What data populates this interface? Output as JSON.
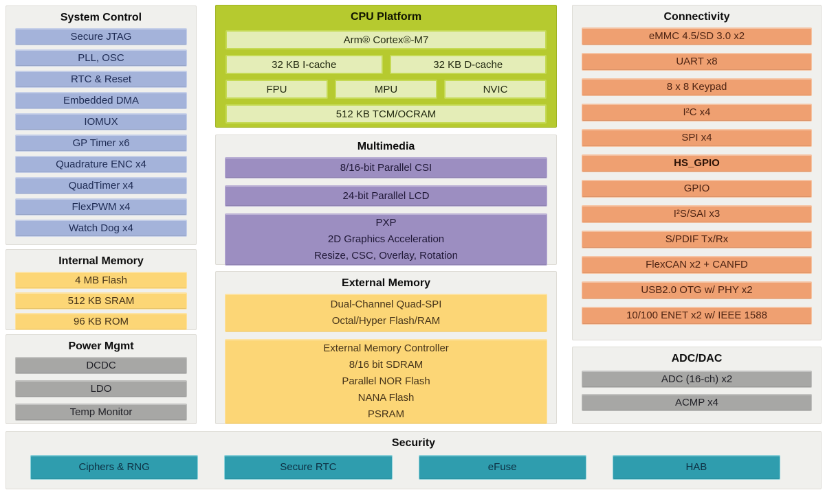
{
  "system_control": {
    "title": "System Control",
    "items": [
      "Secure JTAG",
      "PLL, OSC",
      "RTC & Reset",
      "Embedded DMA",
      "IOMUX",
      "GP Timer x6",
      "Quadrature ENC x4",
      "QuadTimer x4",
      "FlexPWM x4",
      "Watch Dog x4"
    ]
  },
  "internal_memory": {
    "title": "Internal Memory",
    "items": [
      "4 MB Flash",
      "512 KB SRAM",
      "96 KB ROM"
    ]
  },
  "power_mgmt": {
    "title": "Power Mgmt",
    "items": [
      "DCDC",
      "LDO",
      "Temp Monitor"
    ]
  },
  "cpu_platform": {
    "title": "CPU Platform",
    "core": "Arm® Cortex®-M7",
    "cache_items": [
      "32 KB I-cache",
      "32 KB D-cache"
    ],
    "unit_items": [
      "FPU",
      "MPU",
      "NVIC"
    ],
    "tcm": "512 KB TCM/OCRAM"
  },
  "multimedia": {
    "title": "Multimedia",
    "items": [
      "8/16-bit Parallel CSI",
      "24-bit Parallel LCD"
    ],
    "pxp": {
      "line1": "PXP",
      "line2": "2D Graphics Acceleration",
      "line3": "Resize, CSC, Overlay, Rotation"
    }
  },
  "external_memory": {
    "title": "External Memory",
    "flexspi": {
      "line1": "Dual-Channel Quad-SPI",
      "line2": "Octal/Hyper Flash/RAM"
    },
    "controller": {
      "line1": "External Memory Controller",
      "line2": "8/16 bit SDRAM",
      "line3": "Parallel NOR Flash",
      "line4": "NANA Flash",
      "line5": "PSRAM"
    }
  },
  "connectivity": {
    "title": "Connectivity",
    "items": [
      "eMMC 4.5/SD 3.0 x2",
      "UART x8",
      "8 x 8 Keypad",
      "I²C x4",
      "SPI x4",
      "HS_GPIO",
      "GPIO",
      "I²S/SAI x3",
      "S/PDIF Tx/Rx",
      "FlexCAN x2 + CANFD",
      "USB2.0 OTG w/ PHY x2",
      "10/100 ENET x2 w/ IEEE 1588"
    ]
  },
  "adc_dac": {
    "title": "ADC/DAC",
    "items": [
      "ADC (16-ch) x2",
      "ACMP x4"
    ]
  },
  "security": {
    "title": "Security",
    "items": [
      "Ciphers & RNG",
      "Secure RTC",
      "eFuse",
      "HAB"
    ]
  },
  "colors": {
    "blue": "#a4b3da",
    "lime": "#b6ca2f",
    "light_green": "#e4edb7",
    "purple": "#9c8ec1",
    "yellow": "#fcd676",
    "orange": "#efa071",
    "gray": "#a7a7a5",
    "teal": "#2f9dae",
    "panel_bg": "#f0f0ed"
  }
}
